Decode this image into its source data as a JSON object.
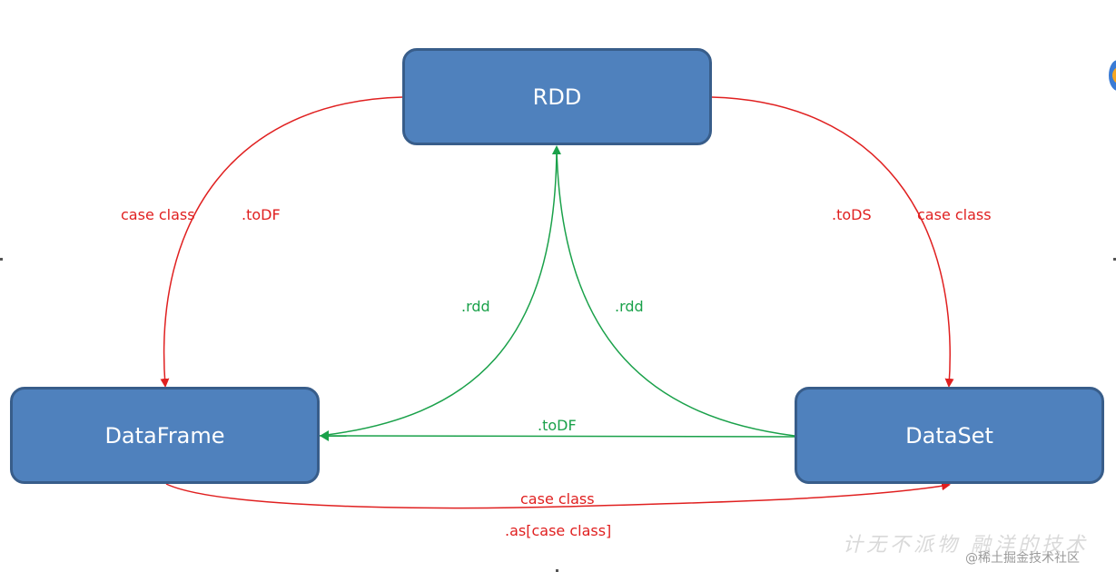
{
  "nodes": {
    "rdd": "RDD",
    "dataframe": "DataFrame",
    "dataset": "DataSet"
  },
  "edges": {
    "rdd_to_df": {
      "labels": [
        "case class",
        ".toDF"
      ],
      "color": "#e02020"
    },
    "rdd_to_ds": {
      "labels": [
        ".toDS",
        "case class"
      ],
      "color": "#e02020"
    },
    "df_to_rdd": {
      "label": ".rdd",
      "color": "#1aa14a"
    },
    "ds_to_rdd": {
      "label": ".rdd",
      "color": "#1aa14a"
    },
    "ds_to_df": {
      "label": ".toDF",
      "color": "#1aa14a"
    },
    "df_to_ds": {
      "labels": [
        "case class",
        ".as[case class]"
      ],
      "color": "#e02020"
    }
  },
  "colors": {
    "node_fill": "#4f81bd",
    "node_border": "#385d8a",
    "red_arrow": "#e02020",
    "green_arrow": "#1aa14a"
  },
  "watermark": {
    "text": "@稀土掘金技术社区"
  }
}
